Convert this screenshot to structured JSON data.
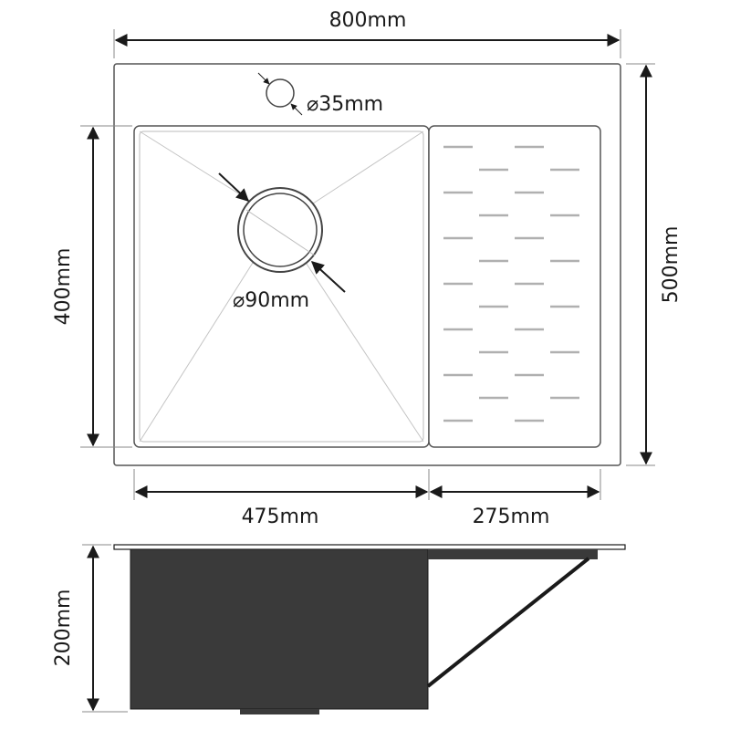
{
  "dimensions": {
    "overall_width": "800mm",
    "overall_depth": "500mm",
    "bowl_depth": "400mm",
    "bowl_width": "475mm",
    "drainboard_width": "275mm",
    "bowl_height": "200mm",
    "tap_hole": "⌀35mm",
    "drain": "⌀90mm"
  },
  "colors": {
    "line": "#1a1a1a",
    "bowl_outline": "#555555",
    "groove": "#b0b0b0",
    "side_fill": "#3a3a3a"
  }
}
